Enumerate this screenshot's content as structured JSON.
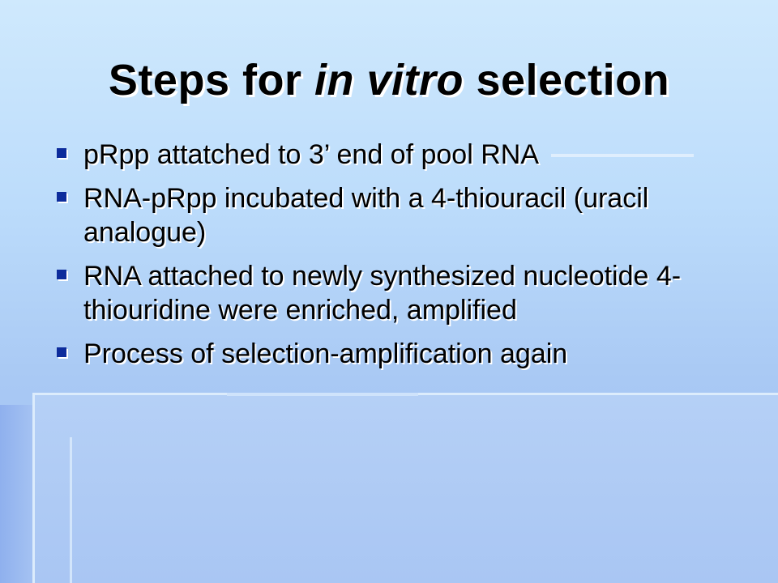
{
  "slide": {
    "title": {
      "part1": "Steps for ",
      "part2": "in vitro",
      "part3": " selection"
    },
    "bullets": [
      {
        "text": "pRpp attatched to 3’ end of pool RNA"
      },
      {
        "text": "RNA-pRpp incubated with a 4-thiouracil (uracil analogue)"
      },
      {
        "text": "RNA attached to newly synthesized nucleotide 4-thiouridine were enriched, amplified"
      },
      {
        "text": "Process of selection-amplification again"
      }
    ]
  },
  "colors": {
    "bullet_marker": "#0d2c9c",
    "background_top": "#cfe9fd",
    "background_bottom": "#a0bff0",
    "text": "#000000",
    "text_shadow": "#ffffff"
  }
}
